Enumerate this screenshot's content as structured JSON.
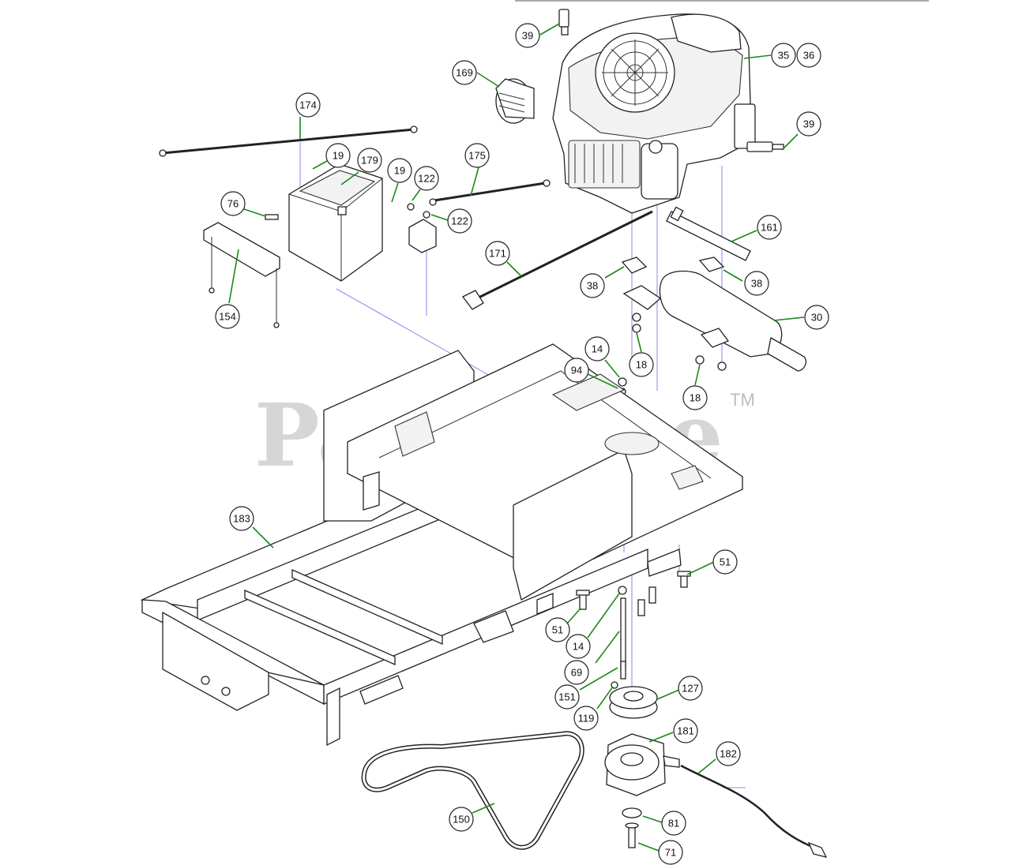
{
  "watermark": {
    "text": "PartsTree",
    "trademark": "TM"
  },
  "callouts": [
    {
      "label": "39"
    },
    {
      "label": "35"
    },
    {
      "label": "36"
    },
    {
      "label": "169"
    },
    {
      "label": "39"
    },
    {
      "label": "174"
    },
    {
      "label": "19"
    },
    {
      "label": "179"
    },
    {
      "label": "19"
    },
    {
      "label": "122"
    },
    {
      "label": "122"
    },
    {
      "label": "175"
    },
    {
      "label": "76"
    },
    {
      "label": "161"
    },
    {
      "label": "154"
    },
    {
      "label": "171"
    },
    {
      "label": "38"
    },
    {
      "label": "38"
    },
    {
      "label": "30"
    },
    {
      "label": "14"
    },
    {
      "label": "94"
    },
    {
      "label": "18"
    },
    {
      "label": "18"
    },
    {
      "label": "183"
    },
    {
      "label": "51"
    },
    {
      "label": "51"
    },
    {
      "label": "14"
    },
    {
      "label": "69"
    },
    {
      "label": "127"
    },
    {
      "label": "151"
    },
    {
      "label": "119"
    },
    {
      "label": "181"
    },
    {
      "label": "182"
    },
    {
      "label": "150"
    },
    {
      "label": "81"
    },
    {
      "label": "71"
    }
  ]
}
